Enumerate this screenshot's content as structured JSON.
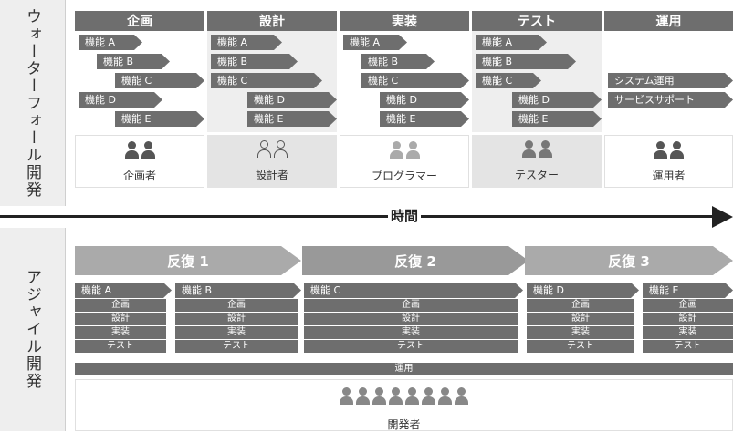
{
  "waterfall": {
    "side_label": "ウォーターフォール開発",
    "phases": [
      {
        "title": "企画",
        "role": "企画者"
      },
      {
        "title": "設計",
        "role": "設計者"
      },
      {
        "title": "実装",
        "role": "プログラマー"
      },
      {
        "title": "テスト",
        "role": "テスター"
      },
      {
        "title": "運用",
        "role": "運用者"
      }
    ],
    "features": [
      "機能 A",
      "機能 B",
      "機能 C",
      "機能 D",
      "機能 E"
    ],
    "operation_tasks": [
      "システム運用",
      "サービスサポート"
    ]
  },
  "time_label": "時間",
  "agile": {
    "side_label": "アジャイル開発",
    "iterations": [
      "反復 1",
      "反復 2",
      "反復 3"
    ],
    "feature_blocks": [
      {
        "feature": "機能 A",
        "tasks": [
          "企画",
          "設計",
          "実装",
          "テスト"
        ]
      },
      {
        "feature": "機能 B",
        "tasks": [
          "企画",
          "設計",
          "実装",
          "テスト"
        ]
      },
      {
        "feature": "機能 C",
        "tasks": [
          "企画",
          "設計",
          "実装",
          "テスト"
        ]
      },
      {
        "feature": "機能 D",
        "tasks": [
          "企画",
          "設計",
          "実装",
          "テスト"
        ]
      },
      {
        "feature": "機能 E",
        "tasks": [
          "企画",
          "設計",
          "実装",
          "テスト"
        ]
      }
    ],
    "operation_label": "運用",
    "team_label": "開発者",
    "team_size": 8
  },
  "colors": {
    "dark": "#6e6e6e",
    "light_header": "#a0a0a0",
    "panel": "#eeeeee",
    "arrow_light": "#aaaaaa",
    "arrow_dark": "#999999"
  }
}
